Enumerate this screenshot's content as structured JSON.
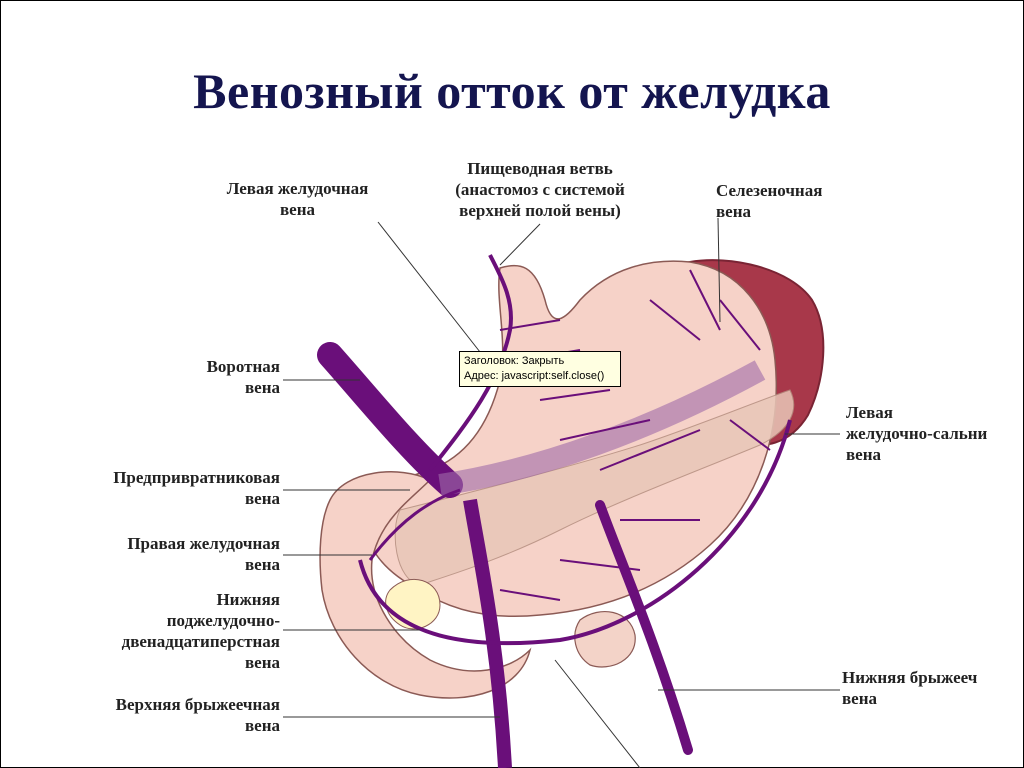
{
  "slide": {
    "title": "Венозный отток от желудка"
  },
  "labels": {
    "left_gastric": [
      "Левая желудочная",
      "вена"
    ],
    "esophageal": [
      "Пищеводная ветвь",
      "(анастомоз с системой",
      "верхней полой вены)"
    ],
    "splenic": [
      "Селезеночная",
      "вена"
    ],
    "portal": [
      "Воротная",
      "вена"
    ],
    "left_gastroepiploic": [
      "Левая",
      "желудочно-сальни",
      "вена"
    ],
    "prepyloric": [
      "Предпривратниковая",
      "вена"
    ],
    "right_gastric": [
      "Правая желудочная",
      "вена"
    ],
    "inferior_pancreaticoduodenal": [
      "Нижняя",
      "поджелудочно-",
      "двенадцатиперстная",
      "вена"
    ],
    "superior_mesenteric": [
      "Верхняя брыжеечная",
      "вена"
    ],
    "inferior_mesenteric": [
      "Нижняя брыжееч",
      "вена"
    ]
  },
  "tooltip": {
    "line1": "Заголовок: Закрыть",
    "line2": "Адрес: javascript:self.close()"
  },
  "colors": {
    "title": "#14154f",
    "vein": "#6a0f7a",
    "stomach": "#f6d2c8",
    "spleen": "#a8384a",
    "pancreas": "#e9c7b8",
    "tooltip_bg": "#ffffe1"
  }
}
